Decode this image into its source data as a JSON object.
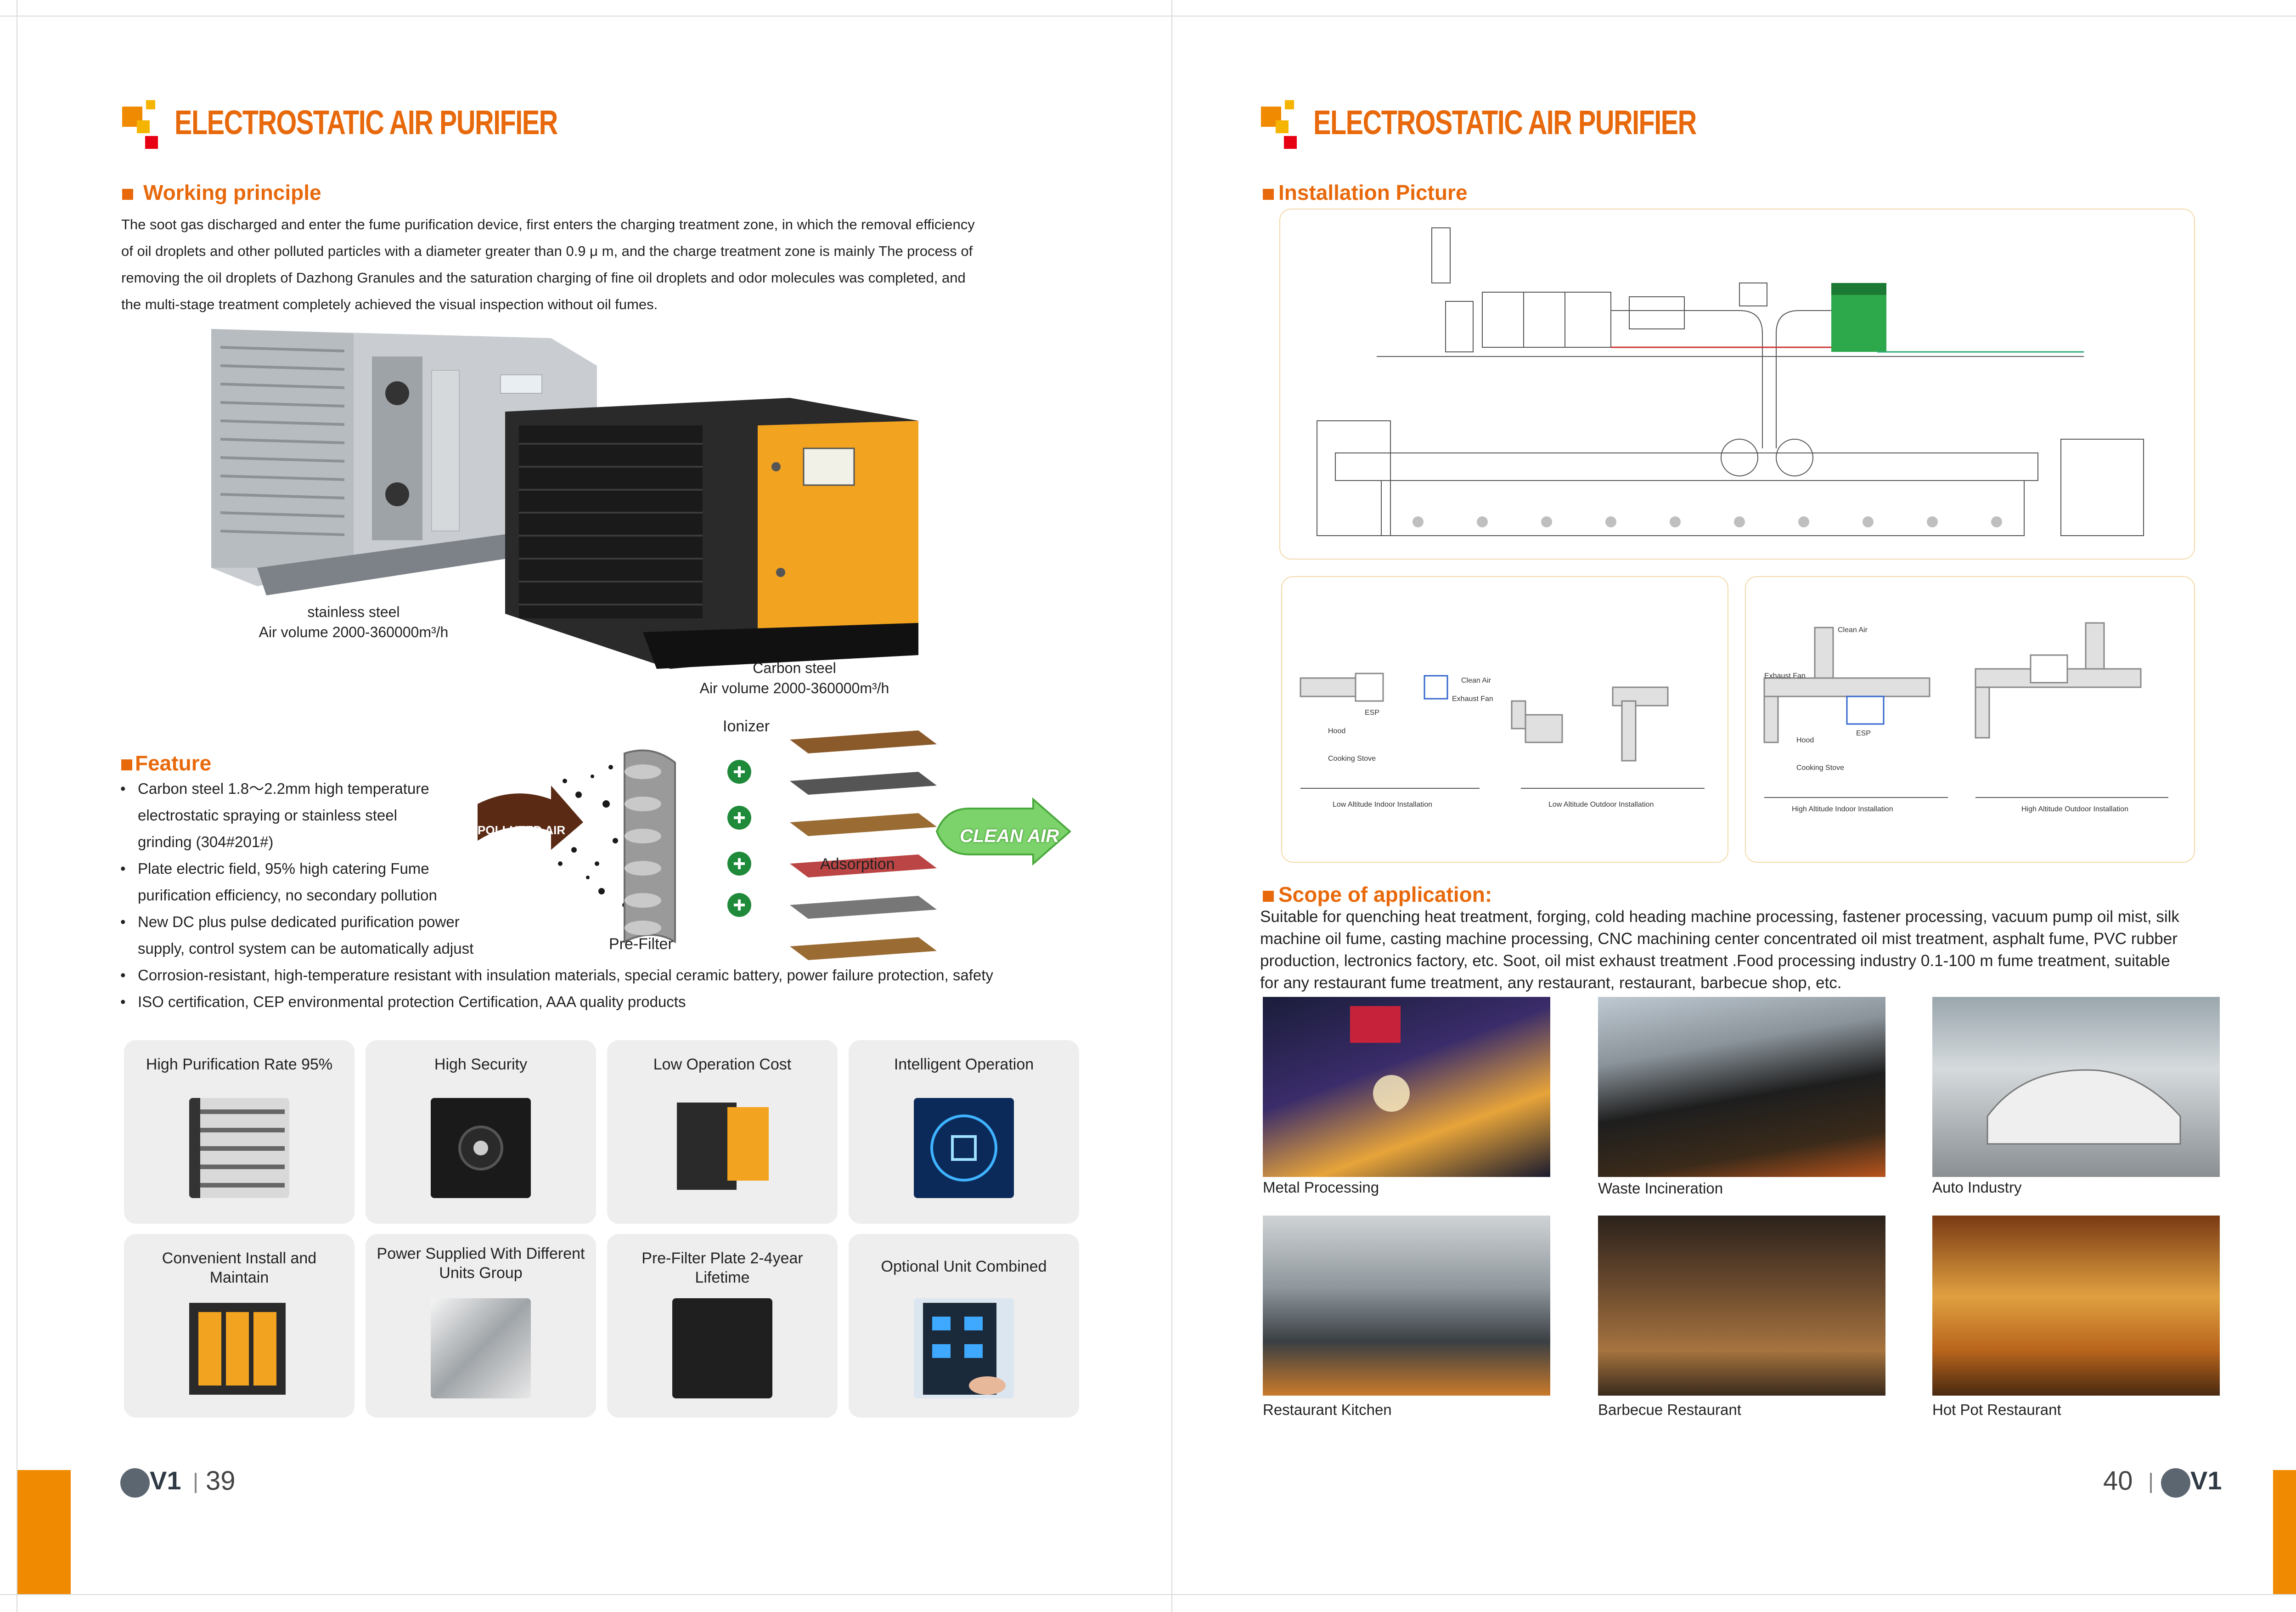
{
  "left_page": {
    "title": "ELECTROSTATIC AIR PURIFIER",
    "working_principle": {
      "heading": "Working principle",
      "lines": [
        "The soot gas discharged and enter the fume purification device, first enters the charging treatment zone, in which the removal efficiency",
        "of oil droplets and other polluted particles with a diameter greater than 0.9   μ m, and the charge treatment zone is mainly The process of",
        "removing the oil droplets of Dazhong Granules and the saturation charging of fine oil droplets and odor molecules was completed, and",
        "the multi-stage treatment completely achieved the visual inspection without oil fumes."
      ]
    },
    "products": {
      "stainless_line1": "stainless steel",
      "stainless_line2": "Air volume 2000-360000m³/h",
      "carbon_line1": "Carbon steel",
      "carbon_line2": "Air volume 2000-360000m³/h"
    },
    "feature": {
      "heading": "Feature",
      "items": [
        "Carbon steel 1.8～2.2mm high temperature",
        "electrostatic spraying or stainless steel",
        "grinding (304#201#)",
        "Plate electric field, 95% high catering Fume",
        "purification efficiency, no secondary pollution",
        "New DC plus pulse dedicated purification power",
        "supply, control system can be automatically adjust",
        "Corrosion-resistant, high-temperature resistant with insulation materials, special ceramic battery, power failure protection, safety",
        "ISO certification, CEP environmental protection Certification, AAA quality products"
      ],
      "diagram": {
        "ionizer": "Ionizer",
        "adsorption": "Adsorption",
        "prefilter": "Pre-Filter",
        "polluted": "POLLUTED AIR",
        "clean": "CLEAN AIR"
      }
    },
    "cards": [
      {
        "label": "High Purification Rate 95%",
        "icon": "filter-plates-icon"
      },
      {
        "label": "High Security",
        "icon": "safety-switch-icon"
      },
      {
        "label": "Low Operation Cost",
        "icon": "purifier-unit-icon"
      },
      {
        "label": "Intelligent Operation",
        "icon": "digital-chip-icon"
      },
      {
        "label": "Convenient Install and Maintain",
        "icon": "modular-unit-icon"
      },
      {
        "label": "Power Supplied With Different Units Group",
        "icon": "steel-plate-icon"
      },
      {
        "label": "Pre-Filter Plate 2-4year Lifetime",
        "icon": "prefilter-plate-icon"
      },
      {
        "label": "Optional Unit Combined",
        "icon": "touch-panel-icon"
      }
    ],
    "page_number": "39",
    "brand": "V1"
  },
  "right_page": {
    "title": "ELECTROSTATIC AIR PURIFIER",
    "installation_heading": "Installation Picture",
    "diagram_labels": {
      "low_indoor": "Low Altitude Indoor Installation",
      "low_outdoor": "Low Altitude Outdoor Installation",
      "high_indoor": "High Altitude Indoor Installation",
      "high_outdoor": "High Altitude Outdoor Installation",
      "clean_air": "Clean Air",
      "exhaust_fan": "Exhaust Fan",
      "esp": "ESP",
      "hood": "Hood",
      "cooking_stove": "Cooking Stove"
    },
    "scope": {
      "heading": "Scope of application:",
      "lines": [
        "Suitable for quenching heat treatment, forging, cold heading machine processing, fastener processing, vacuum pump oil mist, silk",
        "machine oil fume, casting machine processing, CNC machining center concentrated oil mist treatment, asphalt fume, PVC rubber",
        "production, lectronics factory, etc. Soot, oil mist exhaust treatment .Food processing industry 0.1-100 m fume treatment, suitable",
        "for any restaurant fume treatment, any restaurant, restaurant, barbecue shop, etc."
      ]
    },
    "photos": [
      "Metal Processing",
      "Waste Incineration",
      "Auto Industry",
      "Restaurant Kitchen",
      "Barbecue Restaurant",
      "Hot Pot Restaurant"
    ],
    "page_number": "40",
    "brand": "V1"
  },
  "colors": {
    "accent": "#e8690b",
    "accent_bar": "#f08a00",
    "logo_red": "#e60012",
    "logo_yellow": "#f5b400",
    "card_bg": "#eeeeee",
    "diagram_border": "#f3d9a8"
  }
}
